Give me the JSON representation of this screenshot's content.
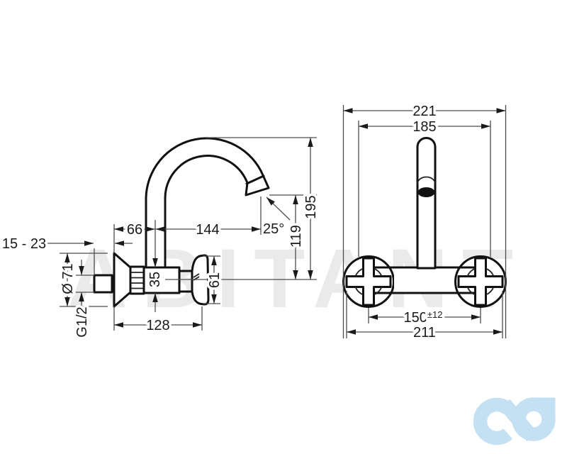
{
  "watermark": "ABITANT",
  "side_view": {
    "wall_depth": "15 - 23",
    "flange_diameter": "Ø 71",
    "thread": "G1/2",
    "spout_offset": "66",
    "spout_reach": "144",
    "spout_angle": "25°",
    "body_height": "35",
    "handle_diameter": "61",
    "outlet_height": "119",
    "total_height": "195",
    "total_depth": "128"
  },
  "front_view": {
    "overall_width": "221",
    "inner_width": "185",
    "centers_distance": "150",
    "centers_tolerance": "±12",
    "body_width": "211"
  },
  "logo": {
    "color": "#c3e1f3"
  }
}
